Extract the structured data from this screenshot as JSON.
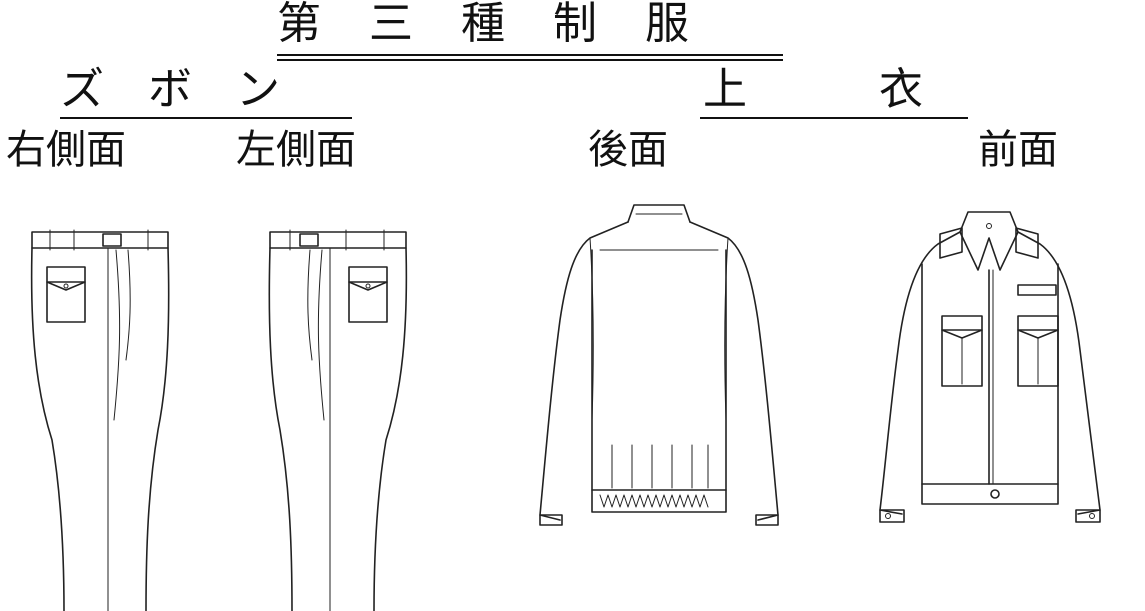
{
  "title": "第　三　種　制　服",
  "sections": {
    "trousers": {
      "label": "ズ　ボ　ン"
    },
    "jacket": {
      "label": "上　　　衣"
    }
  },
  "views": {
    "right_side": "右側面",
    "left_side": "左側面",
    "back": "後面",
    "front": "前面"
  }
}
